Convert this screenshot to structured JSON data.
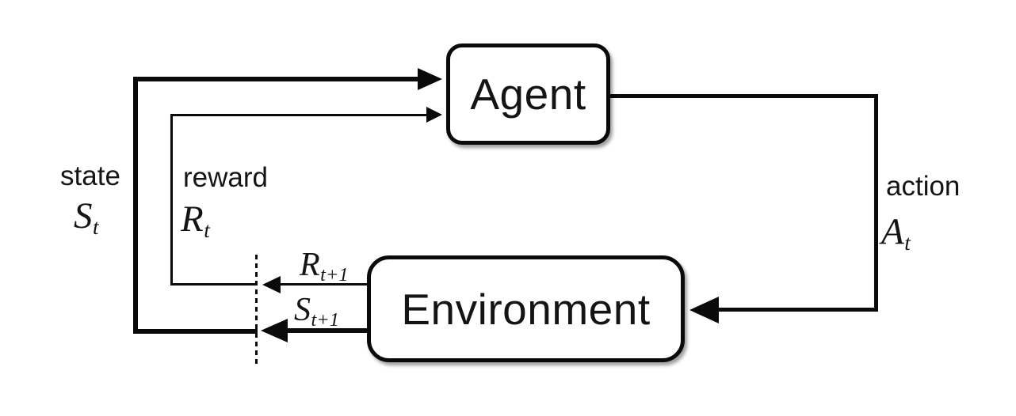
{
  "diagram": {
    "nodes": {
      "agent": "Agent",
      "environment": "Environment"
    },
    "labels": {
      "state": {
        "word": "state",
        "base": "S",
        "sub": "t"
      },
      "reward": {
        "word": "reward",
        "base": "R",
        "sub": "t"
      },
      "action": {
        "word": "action",
        "base": "A",
        "sub": "t"
      },
      "next_reward": {
        "base": "R",
        "sub": "t+1"
      },
      "next_state": {
        "base": "S",
        "sub": "t+1"
      }
    },
    "edges": [
      {
        "name": "state",
        "from": "environment",
        "to": "agent"
      },
      {
        "name": "reward",
        "from": "environment",
        "to": "agent"
      },
      {
        "name": "action",
        "from": "agent",
        "to": "environment"
      }
    ],
    "colors": {
      "line": "#0a0a0a",
      "background": "#ffffff",
      "box_fill": "#ffffff",
      "box_border": "#0a0a0a",
      "text": "#141414"
    }
  }
}
